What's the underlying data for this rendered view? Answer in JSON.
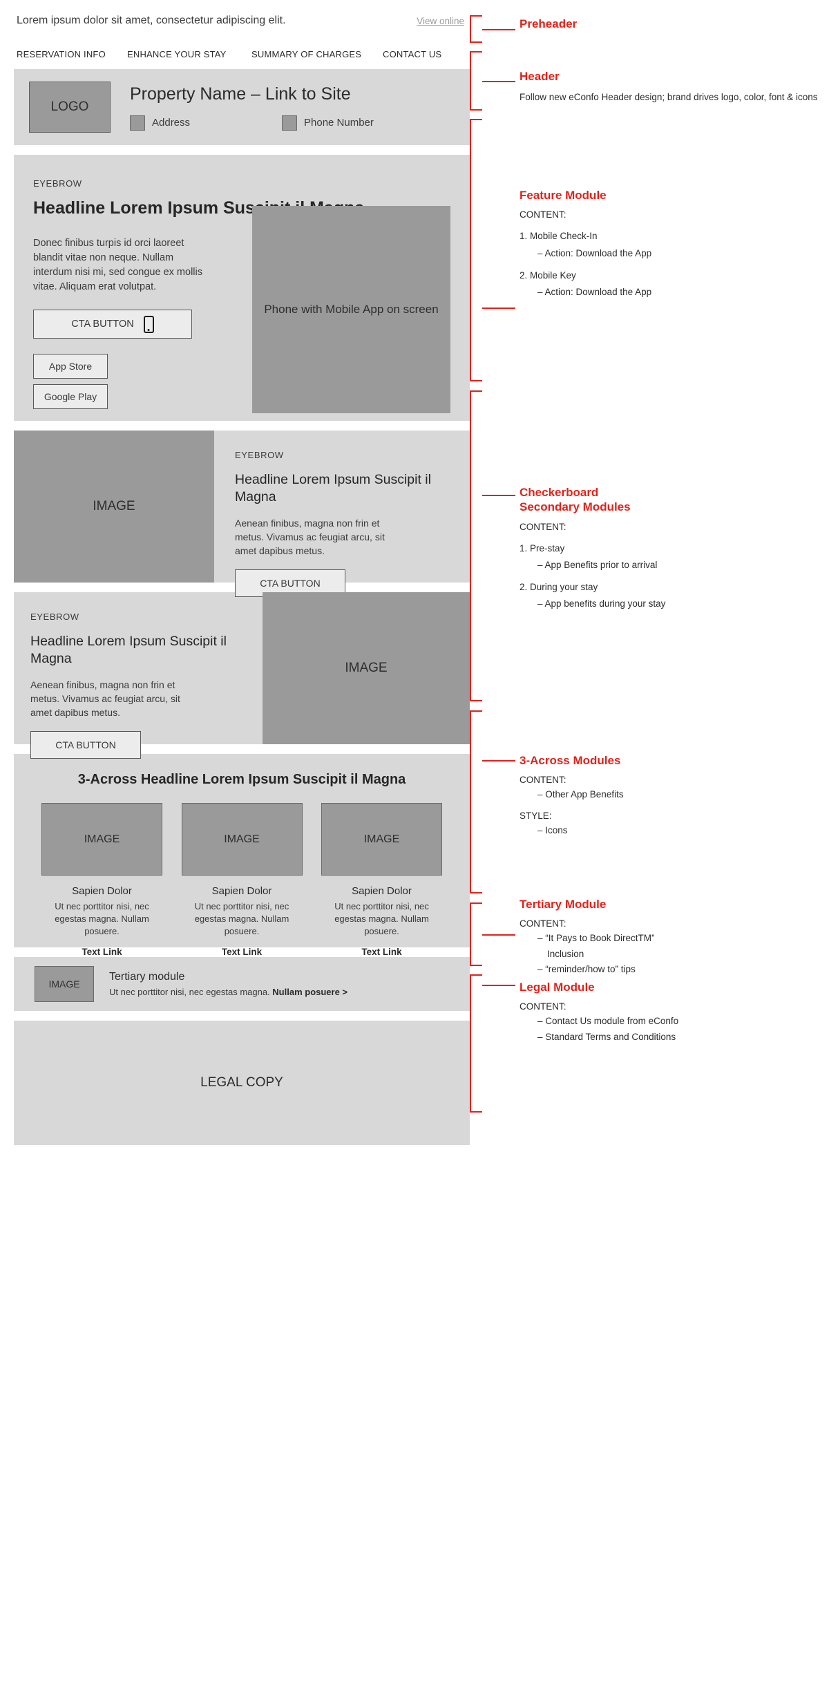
{
  "preheader": {
    "text": "Lorem ipsum dolor sit amet, consectetur adipiscing elit.",
    "view_online": "View online"
  },
  "nav": {
    "items": [
      "RESERVATION INFO",
      "ENHANCE YOUR STAY",
      "SUMMARY OF CHARGES",
      "CONTACT US"
    ]
  },
  "header": {
    "logo_label": "LOGO",
    "property_name": "Property Name – Link to Site",
    "address_label": "Address",
    "phone_label": "Phone Number"
  },
  "feature": {
    "eyebrow": "EYEBROW",
    "headline": "Headline Lorem Ipsum Suscipit il Magna",
    "body": "Donec finibus turpis id orci laoreet blandit vitae non neque. Nullam interdum nisi mi, sed congue ex mollis vitae. Aliquam erat volutpat.",
    "cta_label": "CTA BUTTON",
    "app_store_label": "App Store",
    "google_play_label": "Google Play",
    "art_label": "Phone with Mobile App on screen"
  },
  "checkerboard": [
    {
      "image_label": "IMAGE",
      "eyebrow": "EYEBROW",
      "headline": "Headline Lorem Ipsum Suscipit il Magna",
      "body": "Aenean finibus, magna non frin et metus. Vivamus ac feugiat arcu, sit amet dapibus metus.",
      "cta_label": "CTA BUTTON"
    },
    {
      "image_label": "IMAGE",
      "eyebrow": "EYEBROW",
      "headline": "Headline Lorem Ipsum Suscipit il Magna",
      "body": "Aenean finibus, magna non frin et metus. Vivamus ac feugiat arcu, sit amet dapibus metus.",
      "cta_label": "CTA BUTTON"
    }
  ],
  "across": {
    "headline": "3-Across Headline Lorem Ipsum Suscipit il Magna",
    "cards": [
      {
        "image_label": "IMAGE",
        "title": "Sapien Dolor",
        "body": "Ut nec porttitor nisi, nec egestas magna. Nullam posuere.",
        "link": "Text Link"
      },
      {
        "image_label": "IMAGE",
        "title": "Sapien Dolor",
        "body": "Ut nec porttitor nisi, nec egestas magna. Nullam posuere.",
        "link": "Text Link"
      },
      {
        "image_label": "IMAGE",
        "title": "Sapien Dolor",
        "body": "Ut nec porttitor nisi, nec egestas magna. Nullam posuere.",
        "link": "Text Link"
      }
    ]
  },
  "tertiary": {
    "image_label": "IMAGE",
    "title": "Tertiary module",
    "body": "Ut nec porttitor nisi, nec egestas magna. ",
    "link": "Nullam posuere >"
  },
  "legal": {
    "label": "LEGAL COPY"
  },
  "annotations": {
    "preheader": {
      "title": "Preheader"
    },
    "header": {
      "title": "Header",
      "note": "Follow new eConfo Header design; brand drives logo, color, font & icons"
    },
    "feature": {
      "title": "Feature Module",
      "content_label": "CONTENT:",
      "item1": "1. Mobile Check-In",
      "item1_sub": "– Action: Download the App",
      "item2": "2. Mobile Key",
      "item2_sub": "– Action: Download the App"
    },
    "checkerboard": {
      "title_line1": "Checkerboard",
      "title_line2": "Secondary Modules",
      "content_label": "CONTENT:",
      "item1": "1. Pre-stay",
      "item1_sub": "– App Benefits prior to arrival",
      "item2": "2. During your stay",
      "item2_sub": "– App benefits during your stay"
    },
    "across": {
      "title": "3-Across Modules",
      "content_label": "CONTENT:",
      "content_sub": "– Other App Benefits",
      "style_label": "STYLE:",
      "style_sub": "– Icons"
    },
    "tertiary": {
      "title": "Tertiary Module",
      "content_label": "CONTENT:",
      "sub1": "– “It Pays to Book DirectTM”",
      "sub1_cont": "Inclusion",
      "sub2": "– “reminder/how to” tips"
    },
    "legal": {
      "title": "Legal Module",
      "content_label": "CONTENT:",
      "sub1": "– Contact Us module from eConfo",
      "sub2": "– Standard Terms and Conditions"
    }
  },
  "colors": {
    "accent": "#e32119",
    "light_gray": "#d8d8d8",
    "medium_gray": "#9a9a9a"
  }
}
